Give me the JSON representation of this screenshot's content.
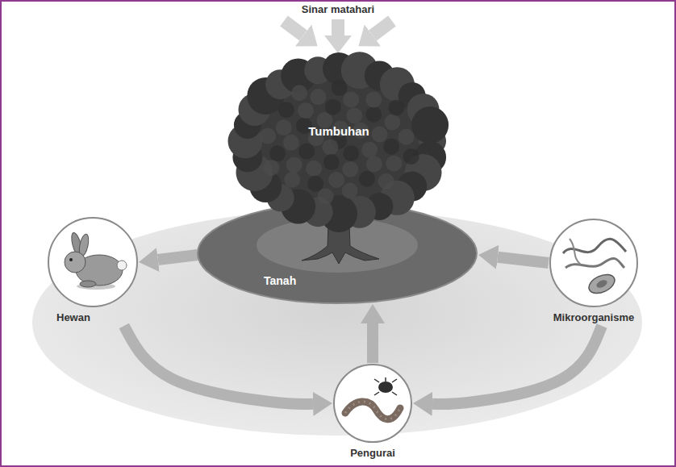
{
  "diagram": {
    "nodes": [
      {
        "text": [
          "Tumbuhan"
        ]
      },
      {
        "text": [
          "Tanah"
        ]
      },
      {
        "text": [
          "Hewan"
        ]
      },
      {
        "text": [
          "Mikroorganisme"
        ]
      },
      {
        "text": [
          "Pengurai"
        ]
      }
    ],
    "edges": [
      {
        "from": 1,
        "to": 2,
        "arrow": "to"
      },
      {
        "from": 3,
        "to": 1,
        "arrow": "to"
      },
      {
        "from": 2,
        "to": 4,
        "arrow": "to"
      },
      {
        "from": 3,
        "to": 4,
        "arrow": "to"
      },
      {
        "from": 4,
        "to": 1,
        "arrow": "to"
      }
    ],
    "labels": [
      "Sinar matahari"
    ]
  }
}
